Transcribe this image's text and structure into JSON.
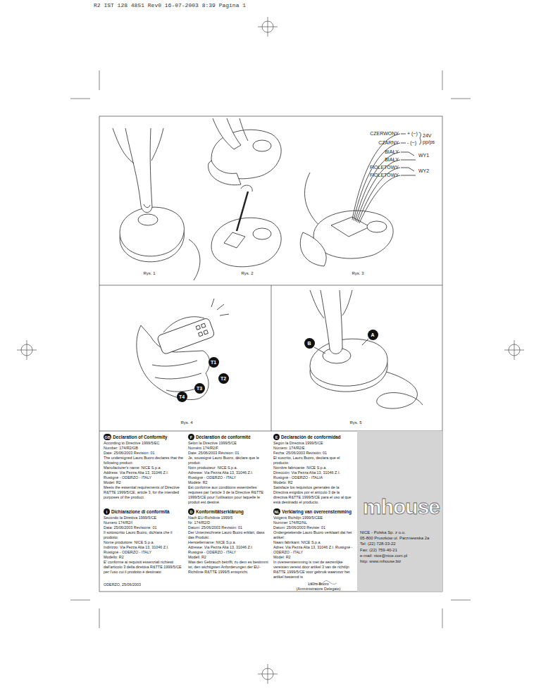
{
  "diagram": {
    "nodes": [
      {
        "text": [
          "T1"
        ]
      },
      {
        "text": [
          "T2"
        ]
      },
      {
        "text": [
          "T3"
        ]
      },
      {
        "text": [
          "T4"
        ]
      },
      {
        "text": [
          "A"
        ]
      },
      {
        "text": [
          "B"
        ]
      },
      {
        "text": [
          "GB",
          "Declaration of Conformity"
        ]
      },
      {
        "text": [
          "F",
          "Déclaration de conformité"
        ]
      },
      {
        "text": [
          "E",
          "Declaración de conformidad"
        ]
      },
      {
        "text": [
          "I",
          "Dichiarazione di conformità"
        ]
      },
      {
        "text": [
          "D",
          "Konformitätserklärung"
        ]
      },
      {
        "text": [
          "NL",
          "Verklaring van overeenstemming"
        ]
      },
      {
        "text": [
          "mhouse",
          "NICE - Polska Sp. z o.o.",
          "05-800 Pruszków ul. Parzniewska 2a",
          "Tel: (22) 728-33-22",
          "Fax: (22) 759-40-21",
          "e-mail: nice@nice.com.pl",
          "http: www.mhouse.biz"
        ]
      }
    ],
    "labels": [
      "R2 IST 128 4851 Rev0 16-07-2003 8:39 Pagina 1",
      "CZERWONY",
      "CZARNY",
      "BIAŁY",
      "BIAŁY",
      "FIOLETOWY",
      "FIOLETOWY",
      "+ (~)",
      "- (~)",
      "24V",
      "pp/ps",
      "WY1",
      "WY2",
      "Rys. 1",
      "Rys. 2",
      "Rys. 3",
      "Rys. 4",
      "Rys. 5",
      "According to Directive 1999/5/EC",
      "Number: 174/R2/GB",
      "Date: 25/06/2003 Revision: 01",
      "The undersigned Lauro Buoro declares that the following product:",
      "Manufacturer's name: NICE S.p.a.",
      "Address: Via Pezza Alta 13, 31046 Z.I. Rustignè - ODERZO - ITALY",
      "Model: R2",
      "Meets the essential requirements of Directive R&TTE 1999/5/CE, article 3, for the intended purposes of the product.",
      "Selon la Directive 1999/5/CE",
      "Numéro 174/R2/F",
      "Date: 25/06/2003 Révision: 01",
      "Je, soussigné Lauro Buoro, déclare que le produit:",
      "Nom producteur: NICE S.p.a.",
      "Adresse: Via Pezza Alta 13, 31046 Z.I. Rustignè - ODERZO - ITALY",
      "Modèle: R2",
      "Est conforme aux conditions essentielles requises par l'article 3 de la Directive R&TTE 1999/5/CE pour l'utilisation pour laquelle le produit est destiné.",
      "Según la Directiva 1999/5/CE",
      "Número: 174/R2/E",
      "Fecha: 25/06/2003 Revisión: 01",
      "El suscrito, Lauro Buoro, declara que el producto:",
      "Nombre fabricante: NICE S.p.a.",
      "Dirección: Via Pezza Alta 13, 31046 Z.I. Rustignè - ODERZO - ITALIA",
      "Modelo: R2",
      "Satisface los requisitos generales de la Directiva exigidos por el artículo 3 de la directiva R&TTE 1999/5/CE para el uso al que está destinado el producto.",
      "Secondo la Direttiva 1999/5/CE",
      "Numero 174/R2/I",
      "Data: 25/06/2003 Revisione: 01",
      "Il sottoscritto Lauro Buoro, dichiara che il prodotto:",
      "Nome produttore: NICE S.p.a.",
      "Indirizzo: Via Pezza Alta 13, 31046 Z.I. Rustignè - ODERZO - ITALY",
      "Modello: R2",
      "E' conforme ai requisiti essenziali richiesti dall'articolo 3 della direttiva R&TTE 1999/5/CE per l'uso cui il prodotto è destinato",
      "Nach EU-Richtlinie 1999/5",
      "Nr. 174/R2/D",
      "Datum: 25/06/2003 Revision: 01",
      "Der Unterzeichnete Lauro Buoro erklärt, dass das Produkt:",
      "Herstellername: NICE S.p.a.",
      "Adresse: Via Pezza Alta 13, 31046 Z.I. Rustignè - ODERZO - ITALY",
      "Modell: R2",
      "Was den Gebrauch betrifft, zu dem es bestimmt ist, den wichtigsten Anforderungen der EU-Richtlinie R&TTE 1999/5 entspricht.",
      "Volgens Richtlijn 1999/5/CEE",
      "Nummer 174/R2/NL",
      "Datum: 25/06/2003 Revisie: 01",
      "Ondergetekende Lauro Buoro verklaart dat het artikel:",
      "Naam fabrikant: NICE S.p.a.",
      "Adres: Via Pezza Alta 13, 31046 Z.I. Rustignè - ODERZO - ITALY",
      "Model: R2",
      "In overeenstemming is met de wezenlijke vereisten vereist door artikel 3 van de richtlijn R&TTE 1999/5/CE voor gebruik waarvoor het artikel bestemd is",
      "ODERZO, 25/06/2003",
      "Lauro Buoro",
      "(Amministratore Delegato)"
    ]
  }
}
